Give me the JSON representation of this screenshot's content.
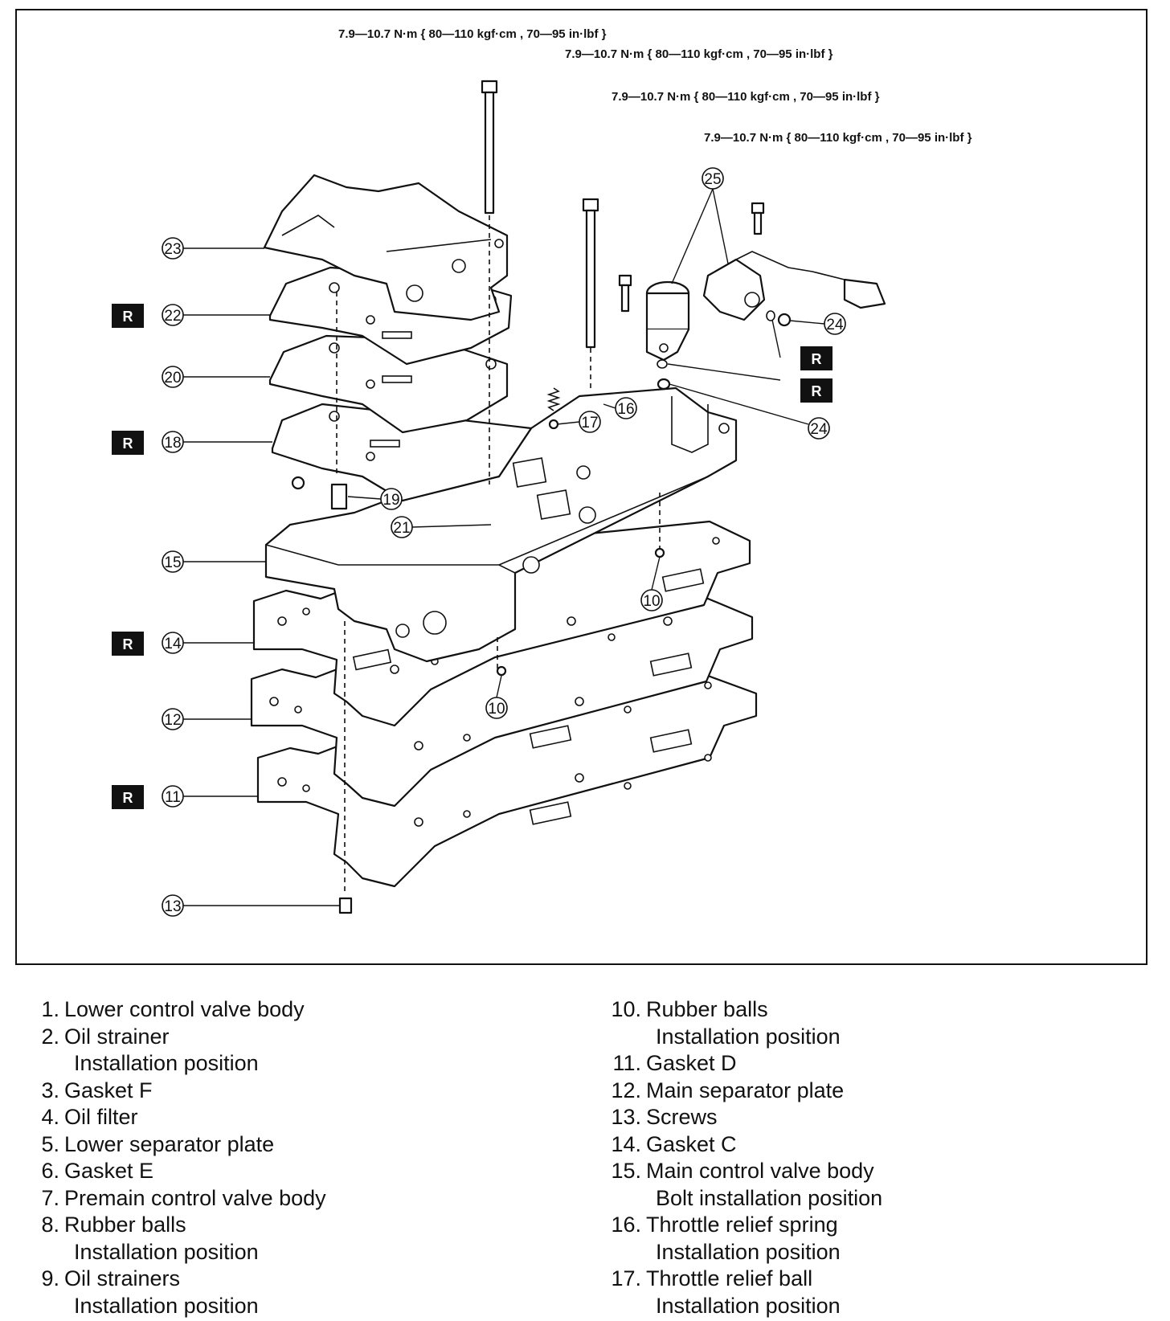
{
  "torque_specs": [
    "7.9—10.7 N·m { 80—110 kgf·cm , 70—95 in·lbf }",
    "7.9—10.7 N·m { 80—110 kgf·cm , 70—95 in·lbf }",
    "7.9—10.7 N·m { 80—110 kgf·cm , 70—95 in·lbf }",
    "7.9—10.7 N·m { 80—110 kgf·cm , 70—95 in·lbf }"
  ],
  "callouts": {
    "c23": "23",
    "c22": "22",
    "c20": "20",
    "c18": "18",
    "c15": "15",
    "c14": "14",
    "c12": "12",
    "c11": "11",
    "c13": "13",
    "c25": "25",
    "c24a": "24",
    "c24b": "24",
    "c16": "16",
    "c17": "17",
    "c19": "19",
    "c21": "21",
    "c10a": "10",
    "c10b": "10"
  },
  "replace_mark": "R",
  "legend_left": [
    {
      "num": "1.",
      "label": "Lower control valve body",
      "note": ""
    },
    {
      "num": "2.",
      "label": "Oil strainer",
      "note": "Installation position"
    },
    {
      "num": "3.",
      "label": "Gasket F",
      "note": ""
    },
    {
      "num": "4.",
      "label": "Oil filter",
      "note": ""
    },
    {
      "num": "5.",
      "label": "Lower separator plate",
      "note": ""
    },
    {
      "num": "6.",
      "label": "Gasket E",
      "note": ""
    },
    {
      "num": "7.",
      "label": "Premain control valve body",
      "note": ""
    },
    {
      "num": "8.",
      "label": "Rubber balls",
      "note": "Installation position"
    },
    {
      "num": "9.",
      "label": "Oil strainers",
      "note": "Installation position"
    }
  ],
  "legend_right": [
    {
      "num": "10.",
      "label": "Rubber balls",
      "note": "Installation position"
    },
    {
      "num": "11.",
      "label": "Gasket D",
      "note": ""
    },
    {
      "num": "12.",
      "label": "Main separator plate",
      "note": ""
    },
    {
      "num": "13.",
      "label": "Screws",
      "note": ""
    },
    {
      "num": "14.",
      "label": "Gasket C",
      "note": ""
    },
    {
      "num": "15.",
      "label": "Main control valve body",
      "note": "Bolt installation position"
    },
    {
      "num": "16.",
      "label": "Throttle relief spring",
      "note": "Installation position"
    },
    {
      "num": "17.",
      "label": "Throttle relief ball",
      "note": "Installation position"
    }
  ]
}
